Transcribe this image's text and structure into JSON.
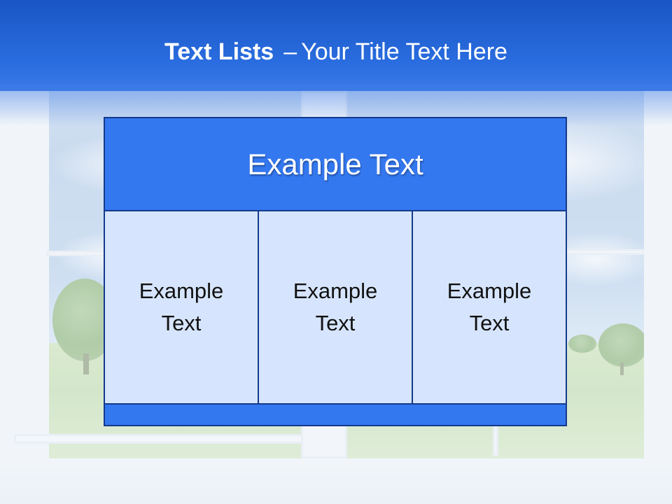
{
  "title": {
    "bold": "Text Lists",
    "separator": "–",
    "rest": "Your Title Text Here"
  },
  "diagram": {
    "header": "Example Text",
    "columns": [
      {
        "line1": "Example",
        "line2": "Text"
      },
      {
        "line1": "Example",
        "line2": "Text"
      },
      {
        "line1": "Example",
        "line2": "Text"
      }
    ]
  },
  "colors": {
    "title_bar": "#2a6de0",
    "header_fill": "#3478f0",
    "cell_fill": "#d6e5fd",
    "border": "#143a8c"
  }
}
